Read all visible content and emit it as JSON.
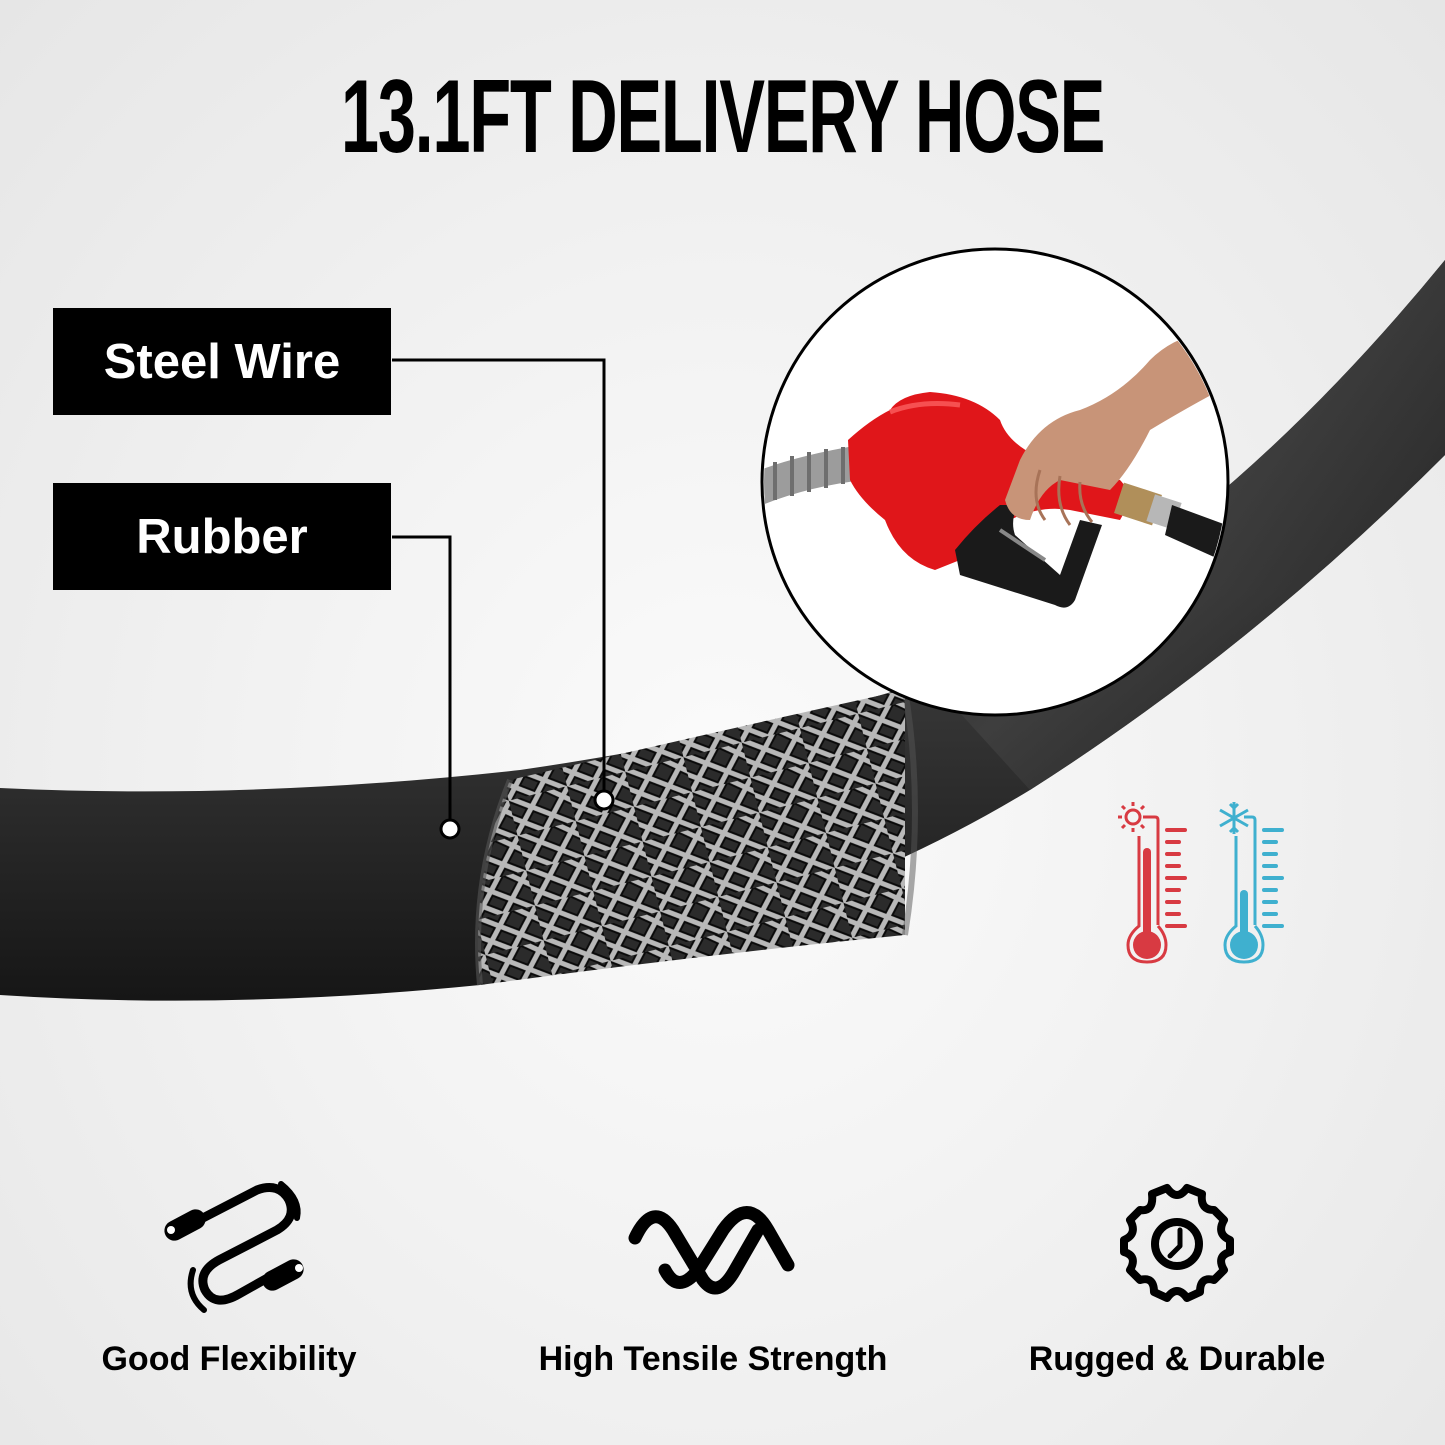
{
  "header": {
    "title": "13.1FT DELIVERY HOSE"
  },
  "callouts": [
    {
      "label": "Steel Wire",
      "target": "steel-wire-braid"
    },
    {
      "label": "Rubber",
      "target": "rubber-outer-layer"
    }
  ],
  "inset": {
    "subject": "red fuel nozzle held by hand, connected to hose",
    "icon": "fuel-nozzle-photo"
  },
  "temperature_icons": [
    {
      "name": "hot-thermometer-icon",
      "color": "#d83a42"
    },
    {
      "name": "cold-thermometer-icon",
      "color": "#3fb0cf"
    }
  ],
  "features": [
    {
      "label": "Good Flexibility",
      "icon": "flexible-cable-icon"
    },
    {
      "label": "High Tensile Strength",
      "icon": "tensile-wave-icon"
    },
    {
      "label": "Rugged & Durable",
      "icon": "gear-clock-icon"
    }
  ],
  "colors": {
    "background": "#efefef",
    "hose": "#1f1f1f",
    "label_bg": "#000000",
    "label_text": "#ffffff",
    "nozzle_red": "#e0161a",
    "hot": "#d83a42",
    "cold": "#3fb0cf"
  }
}
